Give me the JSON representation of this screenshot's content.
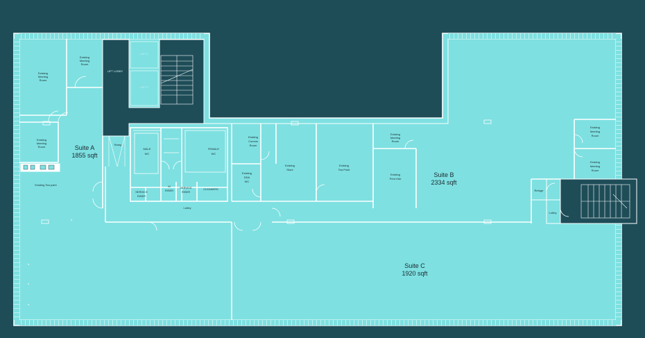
{
  "suites": {
    "a": {
      "name": "Suite A",
      "area": "1855 sqft"
    },
    "b": {
      "name": "Suite B",
      "area": "2334 sqft"
    },
    "c": {
      "name": "Suite C",
      "area": "1920 sqft"
    }
  },
  "rooms": {
    "meeting_a1": [
      "Existing",
      "Meeting",
      "Room"
    ],
    "meeting_a2": [
      "Existing",
      "Meeting",
      "Room"
    ],
    "meeting_a3": [
      "Existing",
      "Meeting",
      "Room"
    ],
    "tea_point_a": "Existing Tea point",
    "lift_1": "LIFT 1",
    "lift_2": "LIFT 2",
    "lift_lobby": "LIFT LOBBY",
    "ramp": "Ramp",
    "male_wc": [
      "MALE",
      "WC"
    ],
    "female_wc": [
      "FEMALE",
      "WC"
    ],
    "service_riser_1": [
      "SERVICE",
      "RISER"
    ],
    "m_riser": [
      "M",
      "RISER"
    ],
    "service_riser_2": [
      "SERVICE",
      "RISER"
    ],
    "cleaners": "CLEANERS",
    "lobby": "Lobby",
    "comms_room": [
      "Existing",
      "Comms",
      "Room"
    ],
    "dda_wc": [
      "Existing",
      "DDA",
      "WC"
    ],
    "store": [
      "Existing",
      "Store"
    ],
    "tea_point_b": [
      "Existing",
      "Tea Point"
    ],
    "meeting_b1": [
      "Existing",
      "Meeting",
      "Room"
    ],
    "print_hub": [
      "Existing",
      "Print Hub"
    ],
    "meeting_b2": [
      "Existing",
      "Meeting",
      "Room"
    ],
    "meeting_b3": [
      "Existing",
      "Meeting",
      "Room"
    ],
    "refuge": "Refuge",
    "stair_lobby": "Lobby"
  },
  "colors": {
    "background": "#1e4d58",
    "floor": "#7ee0e1",
    "core": "#1e4d58",
    "walls": "#ffffff"
  }
}
